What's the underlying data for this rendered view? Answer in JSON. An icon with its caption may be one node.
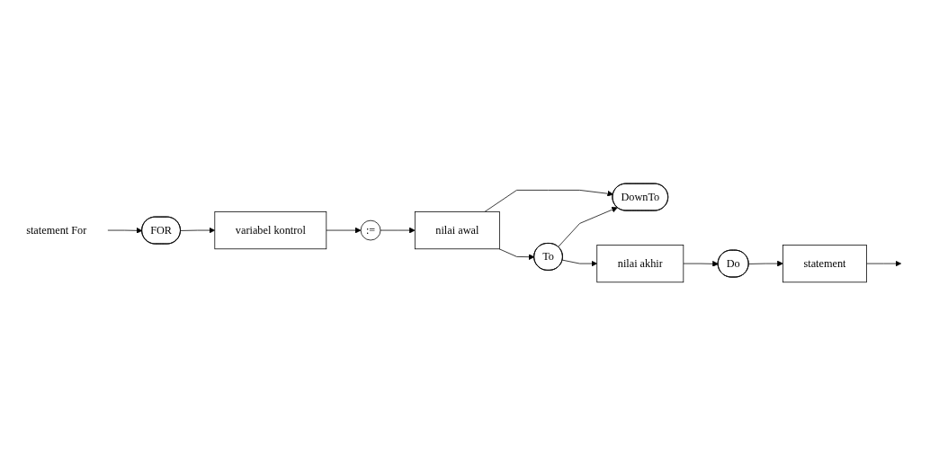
{
  "diagram": {
    "nodes": [
      {
        "text": [
          "statement  For"
        ]
      },
      {
        "text": [
          "FOR"
        ]
      },
      {
        "text": [
          "variabel kontrol"
        ]
      },
      {
        "text": [
          ":="
        ]
      },
      {
        "text": [
          "nilai awal"
        ]
      },
      {
        "text": [
          "To"
        ]
      },
      {
        "text": [
          "DownTo"
        ]
      },
      {
        "text": [
          "nilai akhir"
        ]
      },
      {
        "text": [
          "Do"
        ]
      },
      {
        "text": [
          "statement"
        ]
      }
    ],
    "edges": [
      {
        "from": 0,
        "to": 1,
        "arrow": "to"
      },
      {
        "from": 1,
        "to": 2,
        "arrow": "to"
      },
      {
        "from": 2,
        "to": 3,
        "arrow": "to"
      },
      {
        "from": 3,
        "to": 4,
        "arrow": "to"
      },
      {
        "from": 4,
        "to": 5,
        "arrow": "to"
      },
      {
        "from": 4,
        "to": 6,
        "arrow": "to"
      },
      {
        "from": 5,
        "to": 7,
        "arrow": "to"
      },
      {
        "from": 5,
        "to": 6,
        "arrow": "to"
      },
      {
        "from": 7,
        "to": 8,
        "arrow": "to"
      },
      {
        "from": 8,
        "to": 9,
        "arrow": "to"
      },
      {
        "from": 9,
        "to": null,
        "arrow": "to"
      }
    ]
  }
}
